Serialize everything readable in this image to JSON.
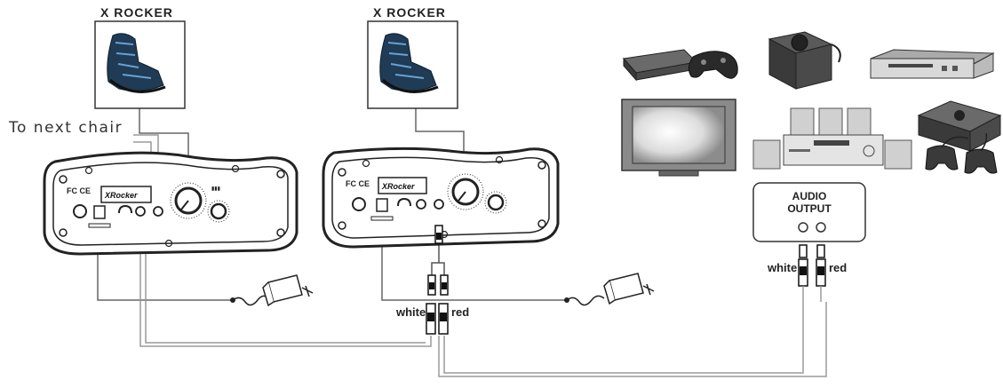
{
  "chairs": [
    {
      "title": "X ROCKER",
      "brand": "XRocker"
    },
    {
      "title": "X ROCKER",
      "brand": "XRocker"
    }
  ],
  "next_chair_label": "To next chair",
  "audio_output": {
    "line1": "AUDIO",
    "line2": "OUTPUT"
  },
  "cable_labels": {
    "center_white": "white",
    "center_red": "red",
    "right_white": "white",
    "right_red": "red"
  },
  "devices": [
    "game-console-with-controller-icon",
    "cube-console-icon",
    "dvd-player-icon",
    "television-icon",
    "home-theater-receiver-icon",
    "box-console-with-controllers-icon",
    "power-adapter-icon"
  ],
  "colors": {
    "line": "#444444",
    "cable": "#9a9a9a",
    "panel": "#ffffff"
  }
}
